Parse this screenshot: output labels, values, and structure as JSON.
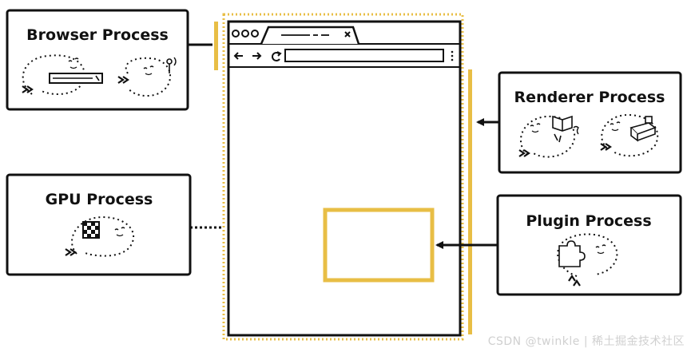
{
  "processes": {
    "browser": {
      "title": "Browser Process"
    },
    "gpu": {
      "title": "GPU Process"
    },
    "renderer": {
      "title": "Renderer Process"
    },
    "plugin": {
      "title": "Plugin Process"
    }
  },
  "watermark": "CSDN @twinkle | 稀土掘金技术社区",
  "colors": {
    "accent": "#E8BE45",
    "outline": "#111111",
    "background": "#FFFFFF"
  }
}
